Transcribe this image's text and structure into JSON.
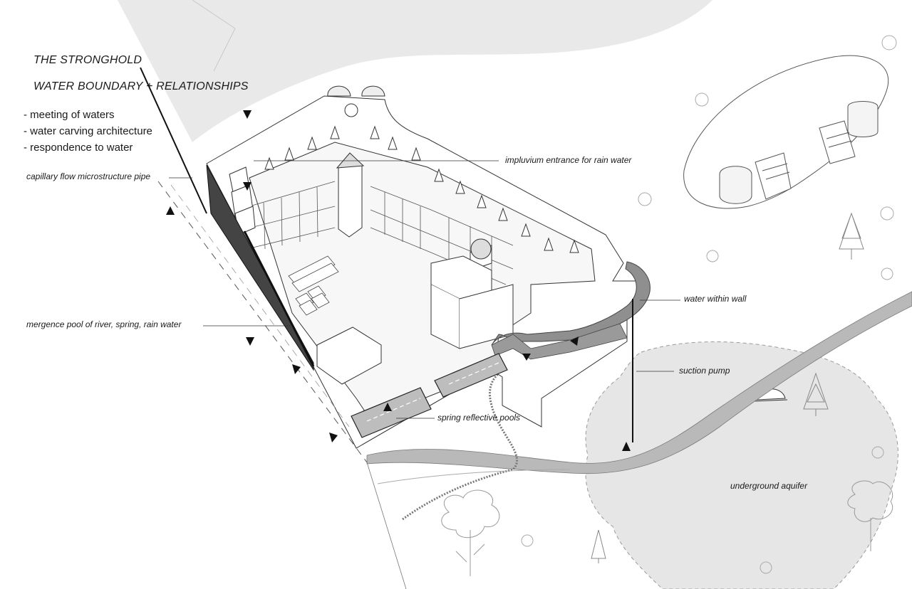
{
  "title": {
    "line1": "THE STRONGHOLD",
    "line2": "WATER BOUNDARY + RELATIONSHIPS"
  },
  "bullets": [
    "- meeting of waters",
    "- water carving architecture",
    "- respondence to water"
  ],
  "annotations": {
    "capillary": "capillary flow microstructure pipe",
    "impluvium": "impluvium entrance for rain water",
    "mergence": "mergence pool of river, spring, rain water",
    "water_wall": "water within wall",
    "suction": "suction pump",
    "spring_pools": "spring reflective pools",
    "aquifer": "underground aquifer"
  },
  "colors": {
    "ground_shade": "#e9e9e9",
    "aquifer_fill": "#e6e6e6",
    "line": "#1a1a1a",
    "water": "#8f8f8f"
  }
}
